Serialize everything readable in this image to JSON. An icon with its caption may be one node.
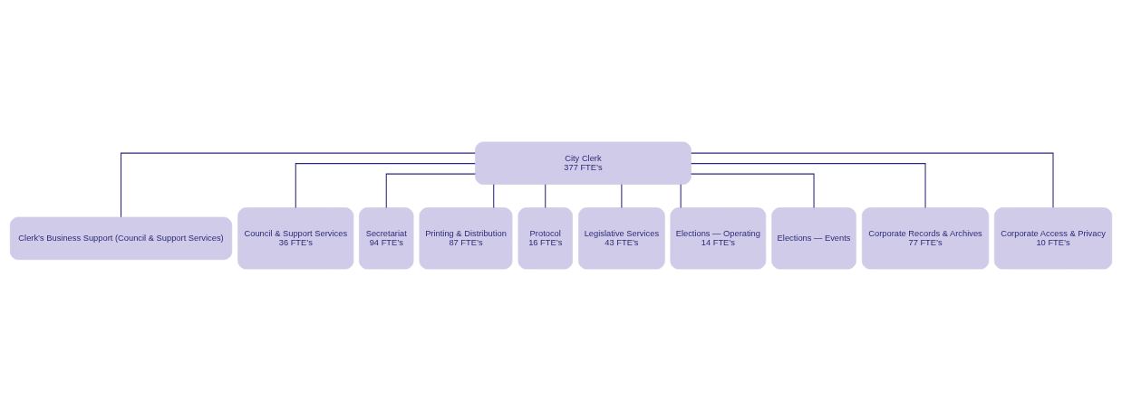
{
  "diagram": {
    "nodes": [
      {
        "text": [
          "City Clerk",
          "377 FTE’s"
        ]
      },
      {
        "text": [
          "Clerk’s Business Support (Council & Support Services)"
        ]
      },
      {
        "text": [
          "Council & Support Services",
          "36 FTE’s"
        ]
      },
      {
        "text": [
          "Secretariat",
          "94 FTE’s"
        ]
      },
      {
        "text": [
          "Printing & Distribution",
          "87 FTE’s"
        ]
      },
      {
        "text": [
          "Protocol",
          "16 FTE’s"
        ]
      },
      {
        "text": [
          "Legislative Services",
          "43 FTE’s"
        ]
      },
      {
        "text": [
          "Elections — Operating",
          "14 FTE’s"
        ]
      },
      {
        "text": [
          "Elections — Events"
        ]
      },
      {
        "text": [
          "Corporate Records & Archives",
          "77 FTE’s"
        ]
      },
      {
        "text": [
          "Corporate Access & Privacy",
          "10 FTE’s"
        ]
      }
    ],
    "edges": [
      {
        "from": 0,
        "to": 1,
        "arrow": "none"
      },
      {
        "from": 0,
        "to": 2,
        "arrow": "none"
      },
      {
        "from": 0,
        "to": 3,
        "arrow": "none"
      },
      {
        "from": 0,
        "to": 4,
        "arrow": "none"
      },
      {
        "from": 0,
        "to": 5,
        "arrow": "none"
      },
      {
        "from": 0,
        "to": 6,
        "arrow": "none"
      },
      {
        "from": 0,
        "to": 7,
        "arrow": "none"
      },
      {
        "from": 0,
        "to": 8,
        "arrow": "none"
      },
      {
        "from": 0,
        "to": 9,
        "arrow": "none"
      },
      {
        "from": 0,
        "to": 10,
        "arrow": "none"
      }
    ]
  }
}
